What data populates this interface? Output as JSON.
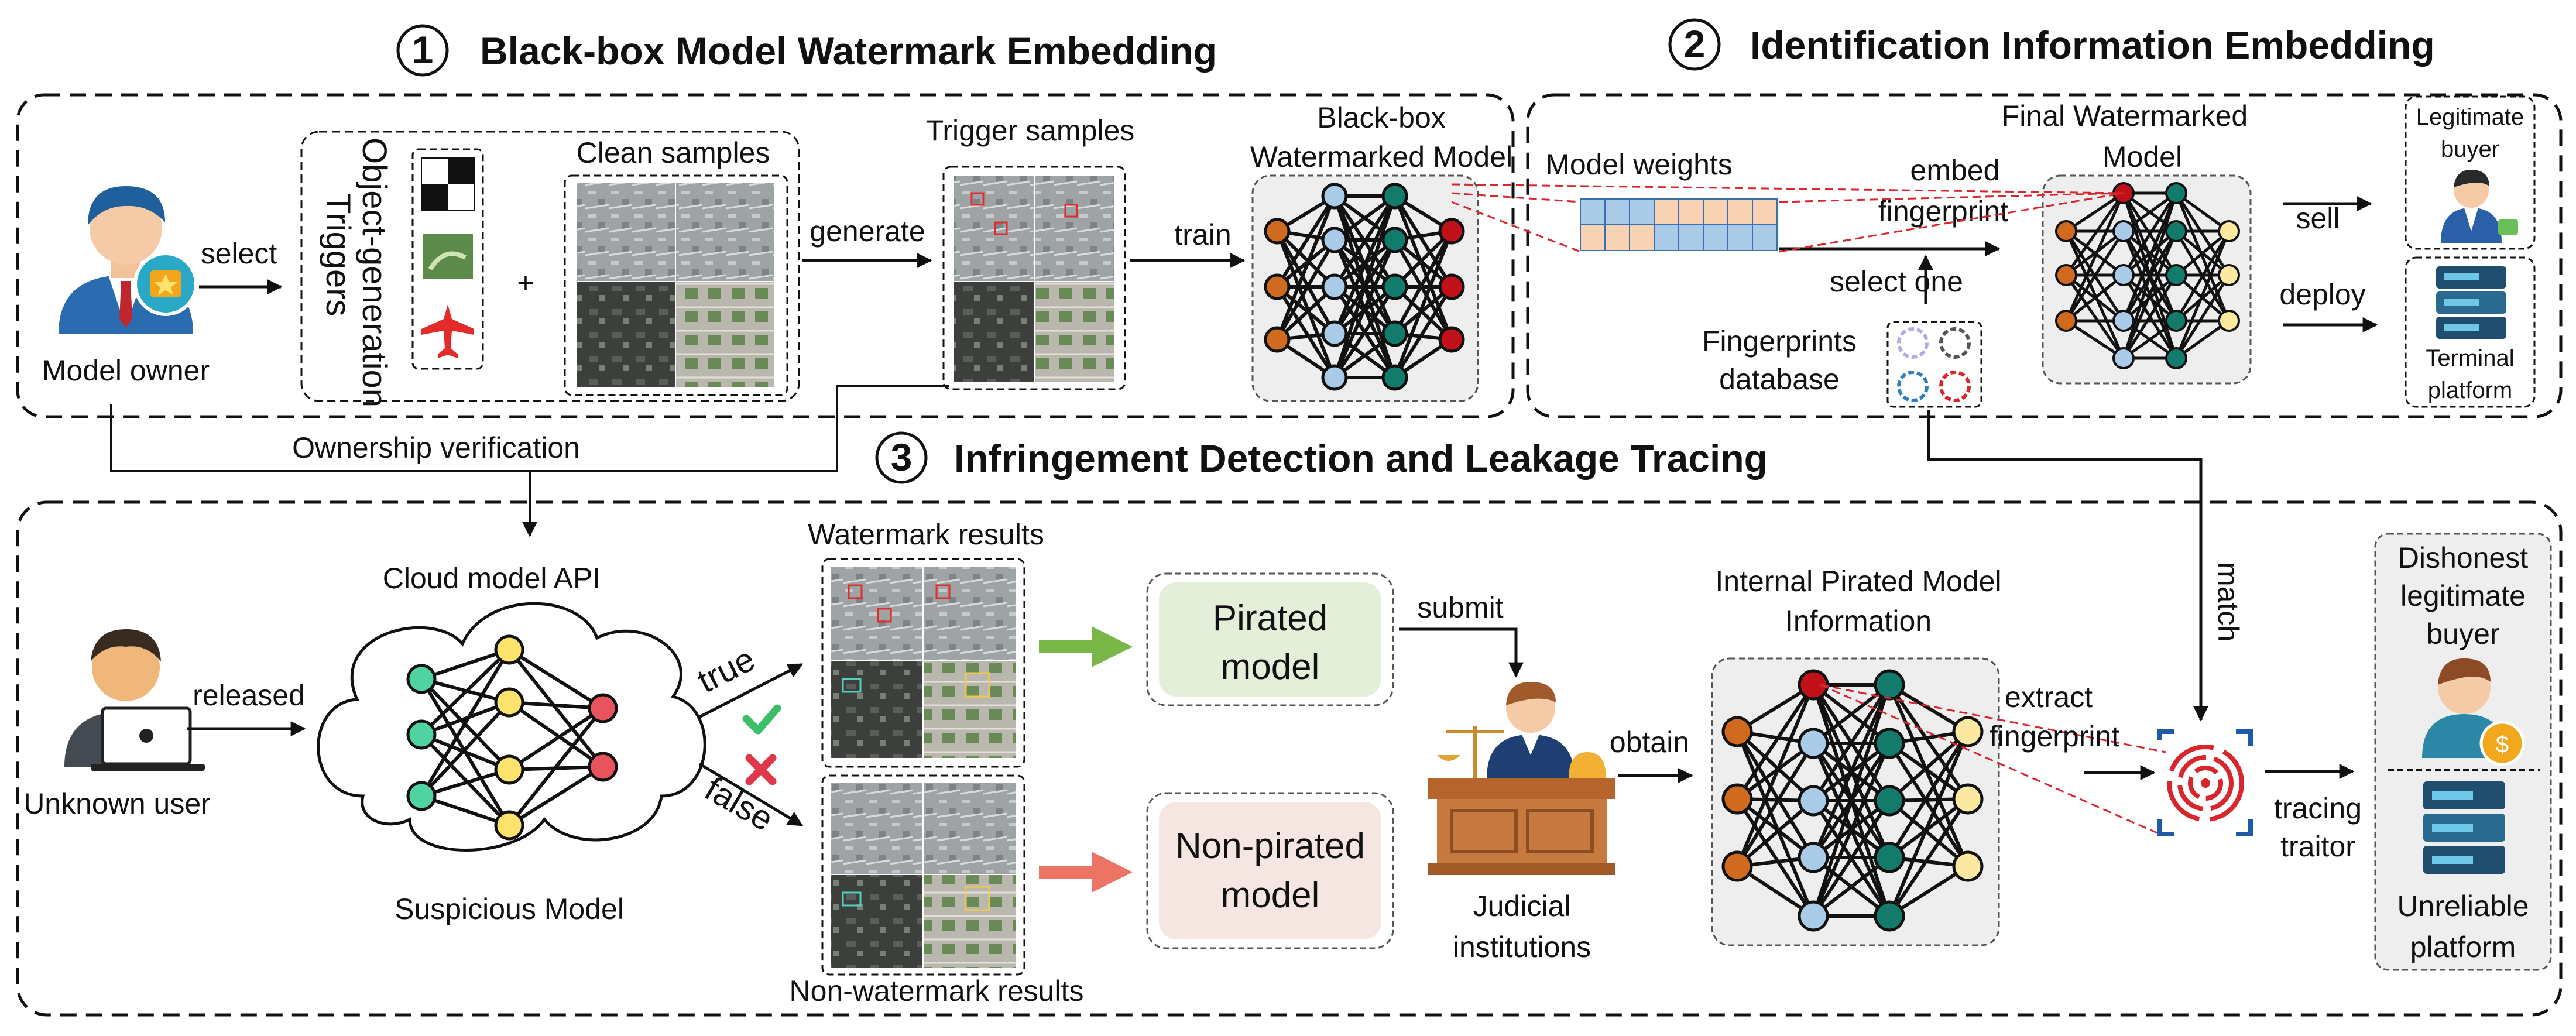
{
  "section1": {
    "number": "1",
    "title": "Black-box Model Watermark Embedding",
    "model_owner": "Model owner",
    "select": "select",
    "triggers_line1": "Object-generation",
    "triggers_line2": "Triggers",
    "clean_samples": "Clean samples",
    "generate": "generate",
    "trigger_samples": "Trigger samples",
    "train": "train",
    "blackbox_line1": "Black-box",
    "blackbox_line2": "Watermarked Model"
  },
  "section2": {
    "number": "2",
    "title": "Identification Information Embedding",
    "model_weights": "Model weights",
    "embed": "embed",
    "fingerprint": "fingerprint",
    "select_one": "select one",
    "fingerprints_line1": "Fingerprints",
    "fingerprints_line2": "database",
    "final_line1": "Final Watermarked",
    "final_line2": "Model",
    "sell": "sell",
    "deploy": "deploy",
    "buyer_line1": "Legitimate",
    "buyer_line2": "buyer",
    "terminal_line1": "Terminal",
    "terminal_line2": "platform"
  },
  "section3": {
    "number": "3",
    "title": "Infringement Detection and Leakage Tracing",
    "ownership_verification": "Ownership verification",
    "unknown_user": "Unknown user",
    "released": "released",
    "cloud_api": "Cloud model API",
    "suspicious_model": "Suspicious Model",
    "true_label": "true",
    "false_label": "false",
    "watermark_results": "Watermark results",
    "non_watermark_results": "Non-watermark results",
    "pirated_line1": "Pirated",
    "pirated_line2": "model",
    "nonpirated_line1": "Non-pirated",
    "nonpirated_line2": "model",
    "submit": "submit",
    "judicial_line1": "Judicial",
    "judicial_line2": "institutions",
    "obtain": "obtain",
    "internal_line1": "Internal Pirated Model",
    "internal_line2": "Information",
    "extract": "extract",
    "extract_fingerprint": "fingerprint",
    "match": "match",
    "tracing": "tracing",
    "traitor": "traitor",
    "dishonest_line1": "Dishonest",
    "dishonest_line2": "legitimate",
    "dishonest_line3": "buyer",
    "unreliable_line1": "Unreliable",
    "unreliable_line2": "platform"
  },
  "colors": {
    "node_orange": "#cf6a1e",
    "node_blue": "#a9cbe8",
    "node_teal": "#137b6b",
    "node_red": "#c0101a",
    "node_yellow": "#fbe9a2",
    "api_green": "#4fd3a0",
    "api_yellow": "#fde26b",
    "api_red": "#e8535e",
    "pirated_fill": "#e3efd9",
    "nonpirated_fill": "#f6e6e1",
    "arrow_green": "#7ab648",
    "arrow_red": "#ec7464",
    "check_green": "#3dbf6a",
    "cross_red": "#e0384b",
    "trace_red": "#d9262c"
  },
  "icons": [
    "model-owner-icon",
    "unknown-user-icon",
    "cloud-icon",
    "judge-icon",
    "fingerprint-icon",
    "buyer-icon",
    "server-icon",
    "airplane-icon",
    "check-icon",
    "cross-icon"
  ]
}
